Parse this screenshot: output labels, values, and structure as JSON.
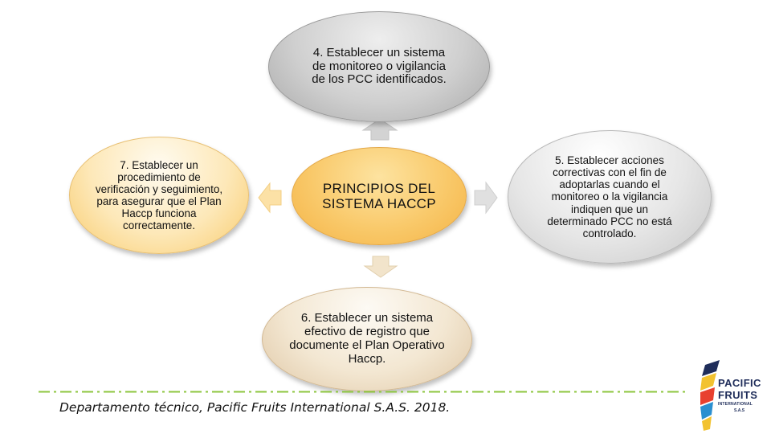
{
  "diagram": {
    "center": "PRINCIPIOS DEL SISTEMA HACCP",
    "top": "4. Establecer un sistema de monitoreo o vigilancia de los PCC identificados.",
    "right": "5. Establecer acciones correctivas con el fin de adoptarlas cuando el monitoreo o la vigilancia indiquen que un determinado PCC no está controlado.",
    "bottom": "6. Establecer un sistema efectivo de registro que documente el Plan Operativo Haccp.",
    "left": "7. Establecer un procedimiento de verificación y seguimiento, para asegurar que el Plan Haccp funciona correctamente."
  },
  "footer": {
    "text": "Departamento técnico, Pacific Fruits International S.A.S. 2018."
  },
  "logo": {
    "line1": "PACIFIC",
    "line2": "FRUITS",
    "line3": "INTERNATIONAL",
    "line4": "S.A.S"
  },
  "colors": {
    "center": "#f9c96a",
    "top": "#cfcfcf",
    "right": "#e6e6e6",
    "bottom": "#f3e7d2",
    "left": "#fde8b8",
    "footer_line": "#8dc63f",
    "logo_navy": "#1f2d5a"
  }
}
